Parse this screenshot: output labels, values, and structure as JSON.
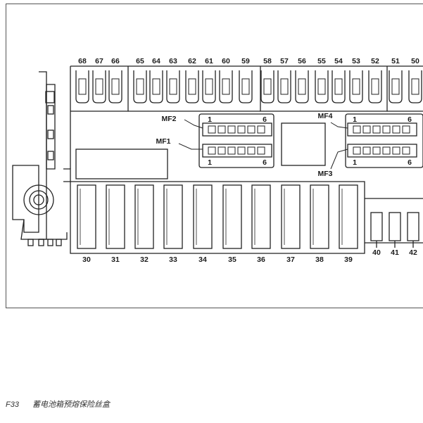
{
  "diagram": {
    "top_fuse_labels": [
      "68",
      "67",
      "66",
      "65",
      "64",
      "63",
      "62",
      "61",
      "60",
      "59",
      "58",
      "57",
      "56",
      "55",
      "54",
      "53",
      "52",
      "51",
      "50"
    ],
    "bottom_fuse_labels": [
      "30",
      "31",
      "32",
      "33",
      "34",
      "35",
      "36",
      "37",
      "38",
      "39"
    ],
    "small_fuse_labels": [
      "40",
      "41",
      "42"
    ],
    "connectors": [
      {
        "name": "MF2",
        "pin_first": "1",
        "pin_last": "6"
      },
      {
        "name": "MF1",
        "pin_first": "1",
        "pin_last": "6"
      },
      {
        "name": "MF4",
        "pin_first": "1",
        "pin_last": "6"
      },
      {
        "name": "MF3",
        "pin_first": "1",
        "pin_last": "6"
      }
    ]
  },
  "caption": {
    "figure_id": "F33",
    "text": "蓄电池箱预熔保险丝盒"
  }
}
